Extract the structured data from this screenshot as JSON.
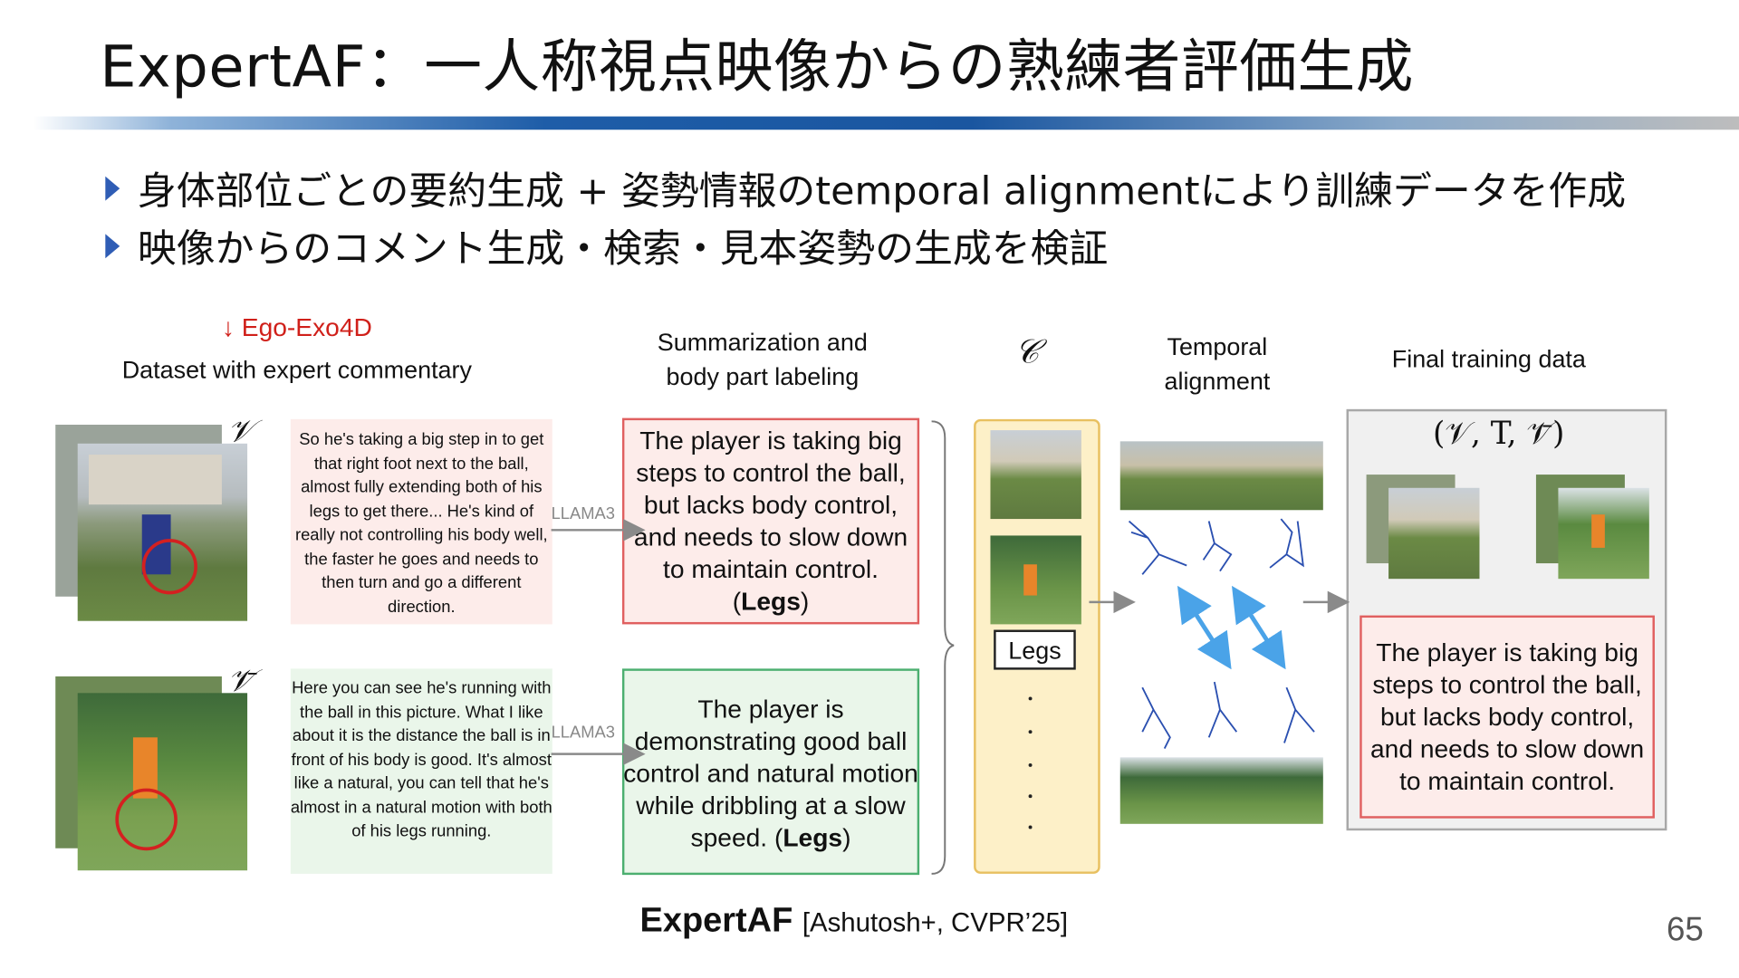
{
  "title": "ExpertAF：一人称視点映像からの熟練者評価生成",
  "bullets": [
    "身体部位ごとの要約生成 + 姿勢情報のtemporal alignmentにより訓練データを作成",
    "映像からのコメント生成・検索・見本姿勢の生成を検証"
  ],
  "figure": {
    "ego_exo_label": "↓ Ego-Exo4D",
    "dataset_label": "Dataset with expert commentary",
    "summarization_label": "Summarization and\nbody part labeling",
    "c_symbol": "𝒞",
    "temporal_label": "Temporal\nalignment",
    "final_label": "Final training data",
    "v_symbol": "𝒱",
    "vbar_symbol": "𝒱̄",
    "triple_symbol": "(𝒱, T, 𝒱̄)",
    "llama_label": "LLAMA3",
    "commentary_top": "So he's taking a big step in to get that right foot next to the ball, almost fully extending both of his legs to get there... He's kind of really not controlling his body well, the faster he goes and needs to then turn and go a different direction.",
    "commentary_bottom": "Here you can see he's running with the ball in this picture. What I like about it is the distance the ball is in front of his body is good. It's almost like a natural, you can tell that he's almost in a natural motion with both of his legs running.",
    "summary_top": "The player is taking big steps to control the ball, but lacks body control, and needs to slow down to maintain control.",
    "summary_bottom": "The player is demonstrating good ball control and natural motion while dribbling at a slow speed.",
    "legs_tag": "Legs",
    "legs_box_label": "Legs",
    "final_text": "The player is taking big steps to control the ball, but lacks body control, and needs to slow down to maintain control.",
    "colors": {
      "red_box": "#e06060",
      "red_fill": "#fdecea",
      "green_box": "#4caf70",
      "green_fill": "#eaf6ea",
      "yellow_fill": "#fdf0c8",
      "yellow_border": "#e8c060",
      "grey_panel": "#f0f0f0"
    }
  },
  "footer": {
    "name": "ExpertAF",
    "cite": "[Ashutosh+, CVPR’25]"
  },
  "page_number": "65"
}
